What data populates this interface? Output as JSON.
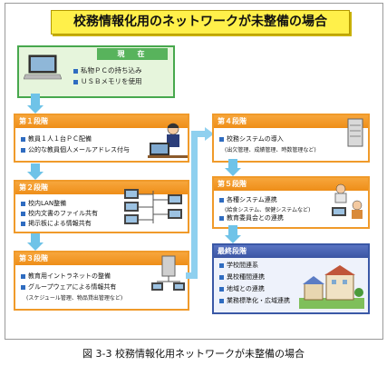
{
  "title": "校務情報化用のネットワークが未整備の場合",
  "current": {
    "label": "現　在",
    "items": [
      "私物ＰＣの持ち込み",
      "ＵＳＢメモリを使用"
    ]
  },
  "stages": [
    {
      "label": "第１段階",
      "items": [
        "教員１人１台ＰＣ配備",
        "公的な教員個人メールアドレス付与"
      ]
    },
    {
      "label": "第２段階",
      "items": [
        "校内LAN整備",
        "校内文書のファイル共有",
        "掲示板による情報共有"
      ]
    },
    {
      "label": "第３段階",
      "items": [
        "教育用イントラネットの整備",
        "グループウェアによる情報共有"
      ],
      "note": "(スケジュール管理、物品貸出管理など)"
    },
    {
      "label": "第４段階",
      "items": [
        "校務システムの導入"
      ],
      "note": "(出欠管理、成績管理、時数管理など)"
    },
    {
      "label": "第５段階",
      "items": [
        "各種システム連携",
        "教育委員会との連携"
      ],
      "note": "(給食システム、保健システムなど)"
    }
  ],
  "final": {
    "label": "最終段階",
    "items": [
      "学校間連系",
      "異校種間連携",
      "地域との連携",
      "業務標準化・広域連携"
    ]
  },
  "caption": "図 3-3 校務情報化用ネットワークが未整備の場合",
  "colors": {
    "title_bg": "#fff04a",
    "current_border": "#47a84d",
    "stage_orange": "#f09a2a",
    "final_blue": "#3a58a6",
    "arrow": "#6fc3e8"
  }
}
